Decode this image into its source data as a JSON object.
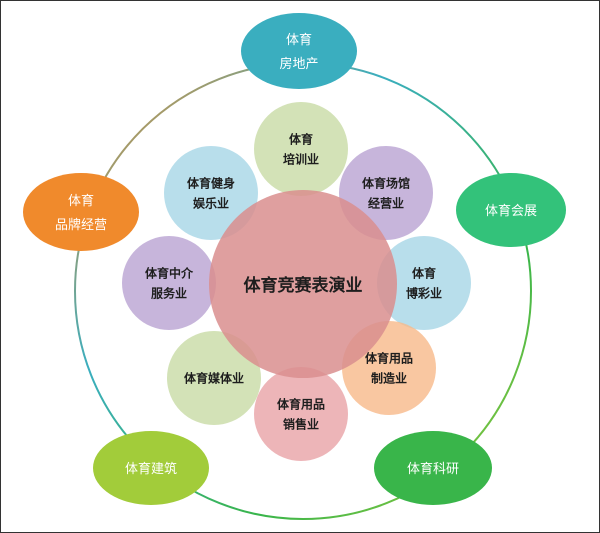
{
  "center": {
    "label": "体育竞赛表演业",
    "color": "#d98e8e"
  },
  "inner_nodes": [
    {
      "lines": [
        "体育",
        "培训业"
      ],
      "color": "#c8dba5"
    },
    {
      "lines": [
        "体育场馆",
        "经营业"
      ],
      "color": "#b9a3d2"
    },
    {
      "lines": [
        "体育",
        "博彩业"
      ],
      "color": "#a6d6e6"
    },
    {
      "lines": [
        "体育用品",
        "制造业"
      ],
      "color": "#f7b98a"
    },
    {
      "lines": [
        "体育用品",
        "销售业"
      ],
      "color": "#e8a2a6"
    },
    {
      "lines": [
        "体育媒体业"
      ],
      "color": "#c8dba5"
    },
    {
      "lines": [
        "体育中介",
        "服务业"
      ],
      "color": "#b9a3d2"
    },
    {
      "lines": [
        "体育健身",
        "娱乐业"
      ],
      "color": "#a6d6e6"
    }
  ],
  "outer_nodes": [
    {
      "lines": [
        "体育",
        "房地产"
      ],
      "color": "#3aaebf"
    },
    {
      "lines": [
        "体育会展"
      ],
      "color": "#33c27a"
    },
    {
      "lines": [
        "体育科研"
      ],
      "color": "#39b54a"
    },
    {
      "lines": [
        "体育建筑"
      ],
      "color": "#a2cc3a"
    },
    {
      "lines": [
        "体育",
        "品牌经营"
      ],
      "color": "#f08a2c"
    }
  ]
}
